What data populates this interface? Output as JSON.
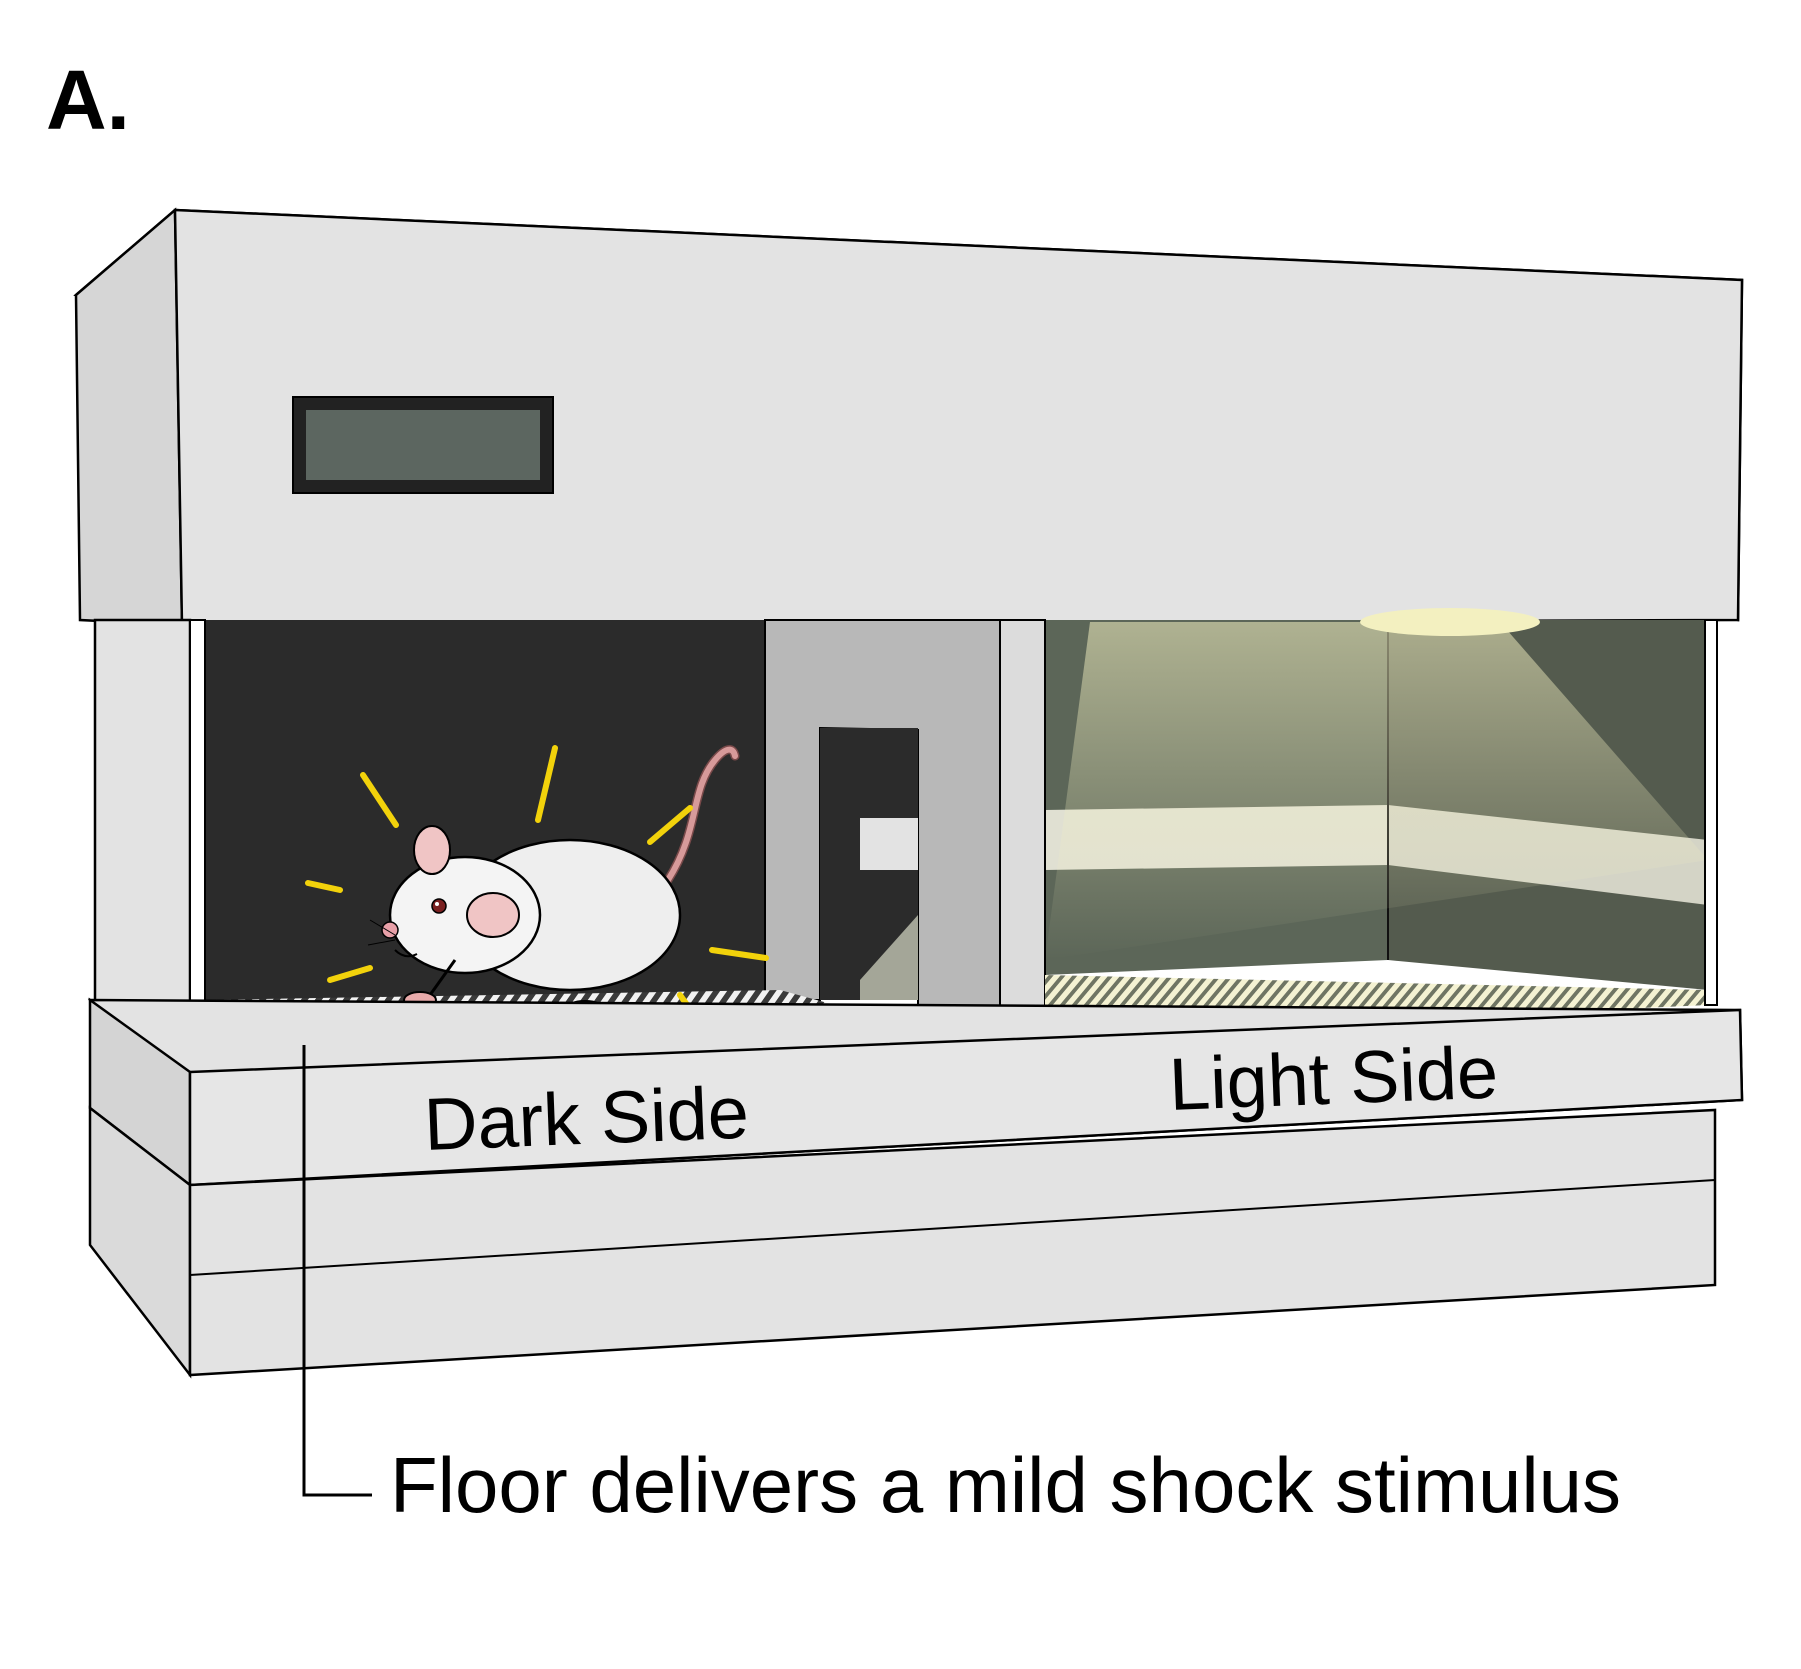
{
  "panel_label": "A.",
  "labels": {
    "dark_side": "Dark Side",
    "light_side": "Light Side",
    "floor_callout": "Floor delivers a mild shock stimulus"
  },
  "colors": {
    "apparatus": "#e3e3e3",
    "dark_chamber": "#2b2b2b",
    "light_chamber": "#5c6658",
    "light_glow": "#f3f0c0",
    "shock_marks": "#f2d20b"
  }
}
